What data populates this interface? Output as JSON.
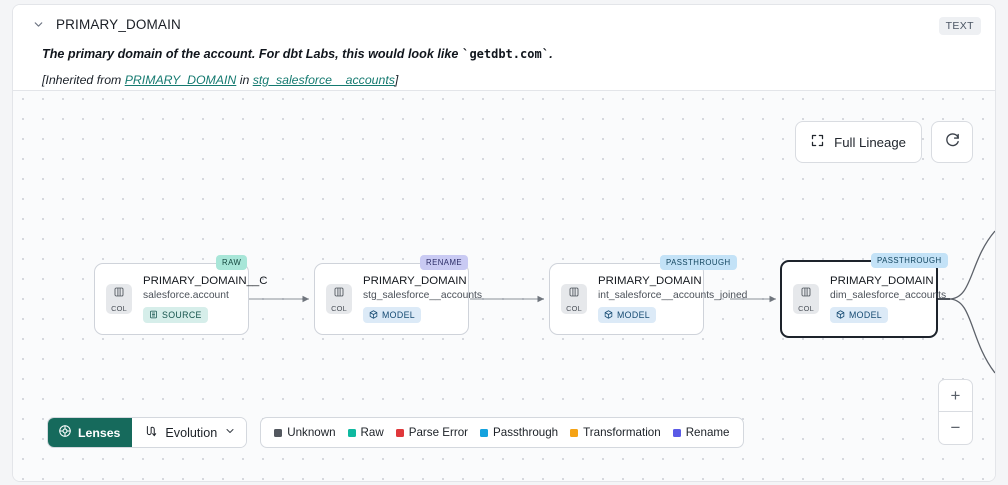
{
  "header": {
    "chevron_icon": "chevron-down-icon",
    "title": "PRIMARY_DOMAIN",
    "type_badge": "TEXT",
    "description_prefix": "The primary domain of the account. For dbt Labs, this would look like ",
    "description_code": "getdbt.com",
    "description_suffix": ".",
    "inherited_prefix": "[Inherited from ",
    "inherited_link_1": "PRIMARY_DOMAIN",
    "inherited_middle": " in ",
    "inherited_link_2": "stg_salesforce__accounts",
    "inherited_suffix": "]"
  },
  "controls": {
    "full_lineage_label": "Full Lineage",
    "full_lineage_icon": "expand-icon",
    "refresh_icon": "refresh-icon",
    "zoom_in_label": "+",
    "zoom_out_label": "−"
  },
  "graph": {
    "nodes": [
      {
        "tag": "RAW",
        "tag_style": "tag-raw",
        "col_badge": "COL",
        "title": "PRIMARY_DOMAIN__C",
        "subtitle": "salesforce.account",
        "type_label": "SOURCE",
        "type_style": "type-source",
        "type_icon": "database-icon",
        "selected": false
      },
      {
        "tag": "RENAME",
        "tag_style": "tag-rename",
        "col_badge": "COL",
        "title": "PRIMARY_DOMAIN",
        "subtitle": "stg_salesforce__accounts",
        "type_label": "MODEL",
        "type_style": "type-model",
        "type_icon": "cube-icon",
        "selected": false
      },
      {
        "tag": "PASSTHROUGH",
        "tag_style": "tag-passthrough",
        "col_badge": "COL",
        "title": "PRIMARY_DOMAIN",
        "subtitle": "int_salesforce__accounts_joined",
        "type_label": "MODEL",
        "type_style": "type-model",
        "type_icon": "cube-icon",
        "selected": false
      },
      {
        "tag": "PASSTHROUGH",
        "tag_style": "tag-passthrough",
        "col_badge": "COL",
        "title": "PRIMARY_DOMAIN",
        "subtitle": "dim_salesforce_accounts",
        "type_label": "MODEL",
        "type_style": "type-model",
        "type_icon": "cube-icon",
        "selected": true
      }
    ]
  },
  "toolbar": {
    "lenses_label": "Lenses",
    "lenses_icon": "aperture-icon",
    "evolution_label": "Evolution",
    "evolution_icon": "evolution-icon",
    "evolution_chevron_icon": "chevron-down-icon"
  },
  "legend": {
    "items": [
      {
        "label": "Unknown",
        "color": "#53585f"
      },
      {
        "label": "Raw",
        "color": "#0fb9a0"
      },
      {
        "label": "Parse Error",
        "color": "#e0383b"
      },
      {
        "label": "Passthrough",
        "color": "#14a2de"
      },
      {
        "label": "Transformation",
        "color": "#f5a315"
      },
      {
        "label": "Rename",
        "color": "#5a5ae6"
      }
    ]
  }
}
